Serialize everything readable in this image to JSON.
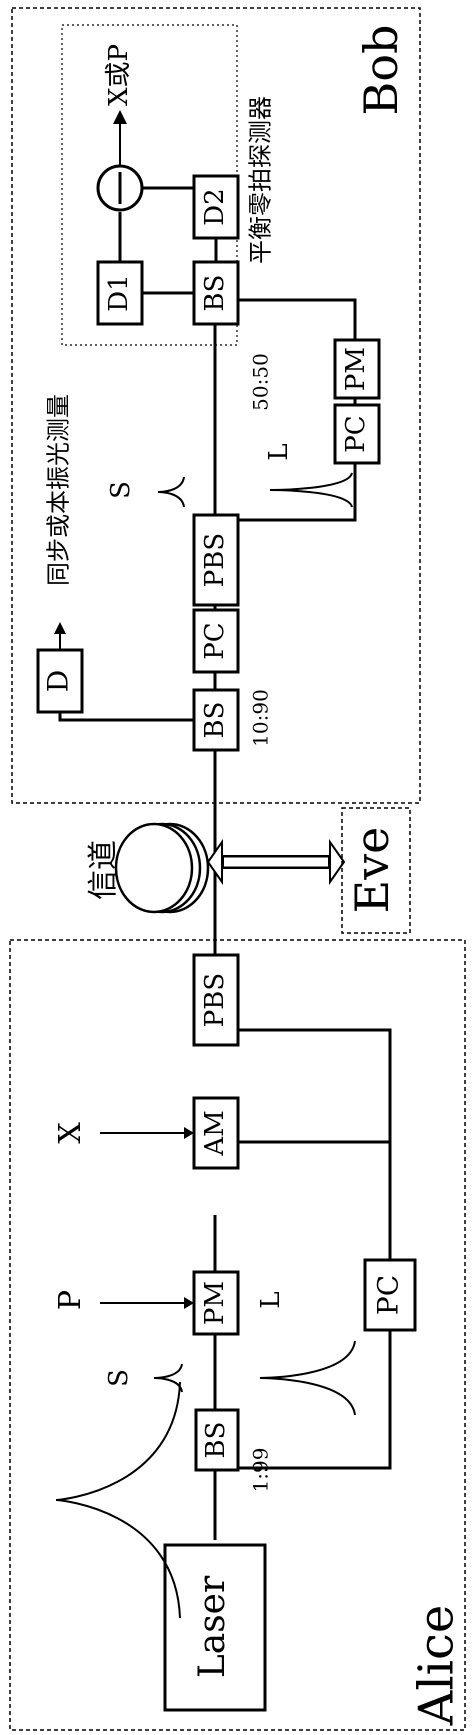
{
  "regions": {
    "alice": "Alice",
    "bob": "Bob",
    "eve": "Eve",
    "balanced_detector": "平衡零拍探测器"
  },
  "components": {
    "laser": "Laser",
    "bs_alice": "BS",
    "pm_alice": "PM",
    "am_alice": "AM",
    "pbs_alice": "PBS",
    "pc_alice": "PC",
    "bs_bob_1": "BS",
    "pc_bob_1": "PC",
    "pbs_bob": "PBS",
    "pc_bob_2": "PC",
    "pm_bob": "PM",
    "bs_bob_2": "BS",
    "d": "D",
    "d1": "D1",
    "d2": "D2"
  },
  "labels": {
    "ratio_alice": "1:99",
    "ratio_10_90": "10:90",
    "ratio_50_50": "50:50",
    "s_alice": "S",
    "l_alice": "L",
    "p_input": "P",
    "x_input": "X",
    "channel": "信道",
    "sync": "同步或本振光测量",
    "s_bob": "S",
    "l_bob": "L",
    "output": "X或P"
  }
}
